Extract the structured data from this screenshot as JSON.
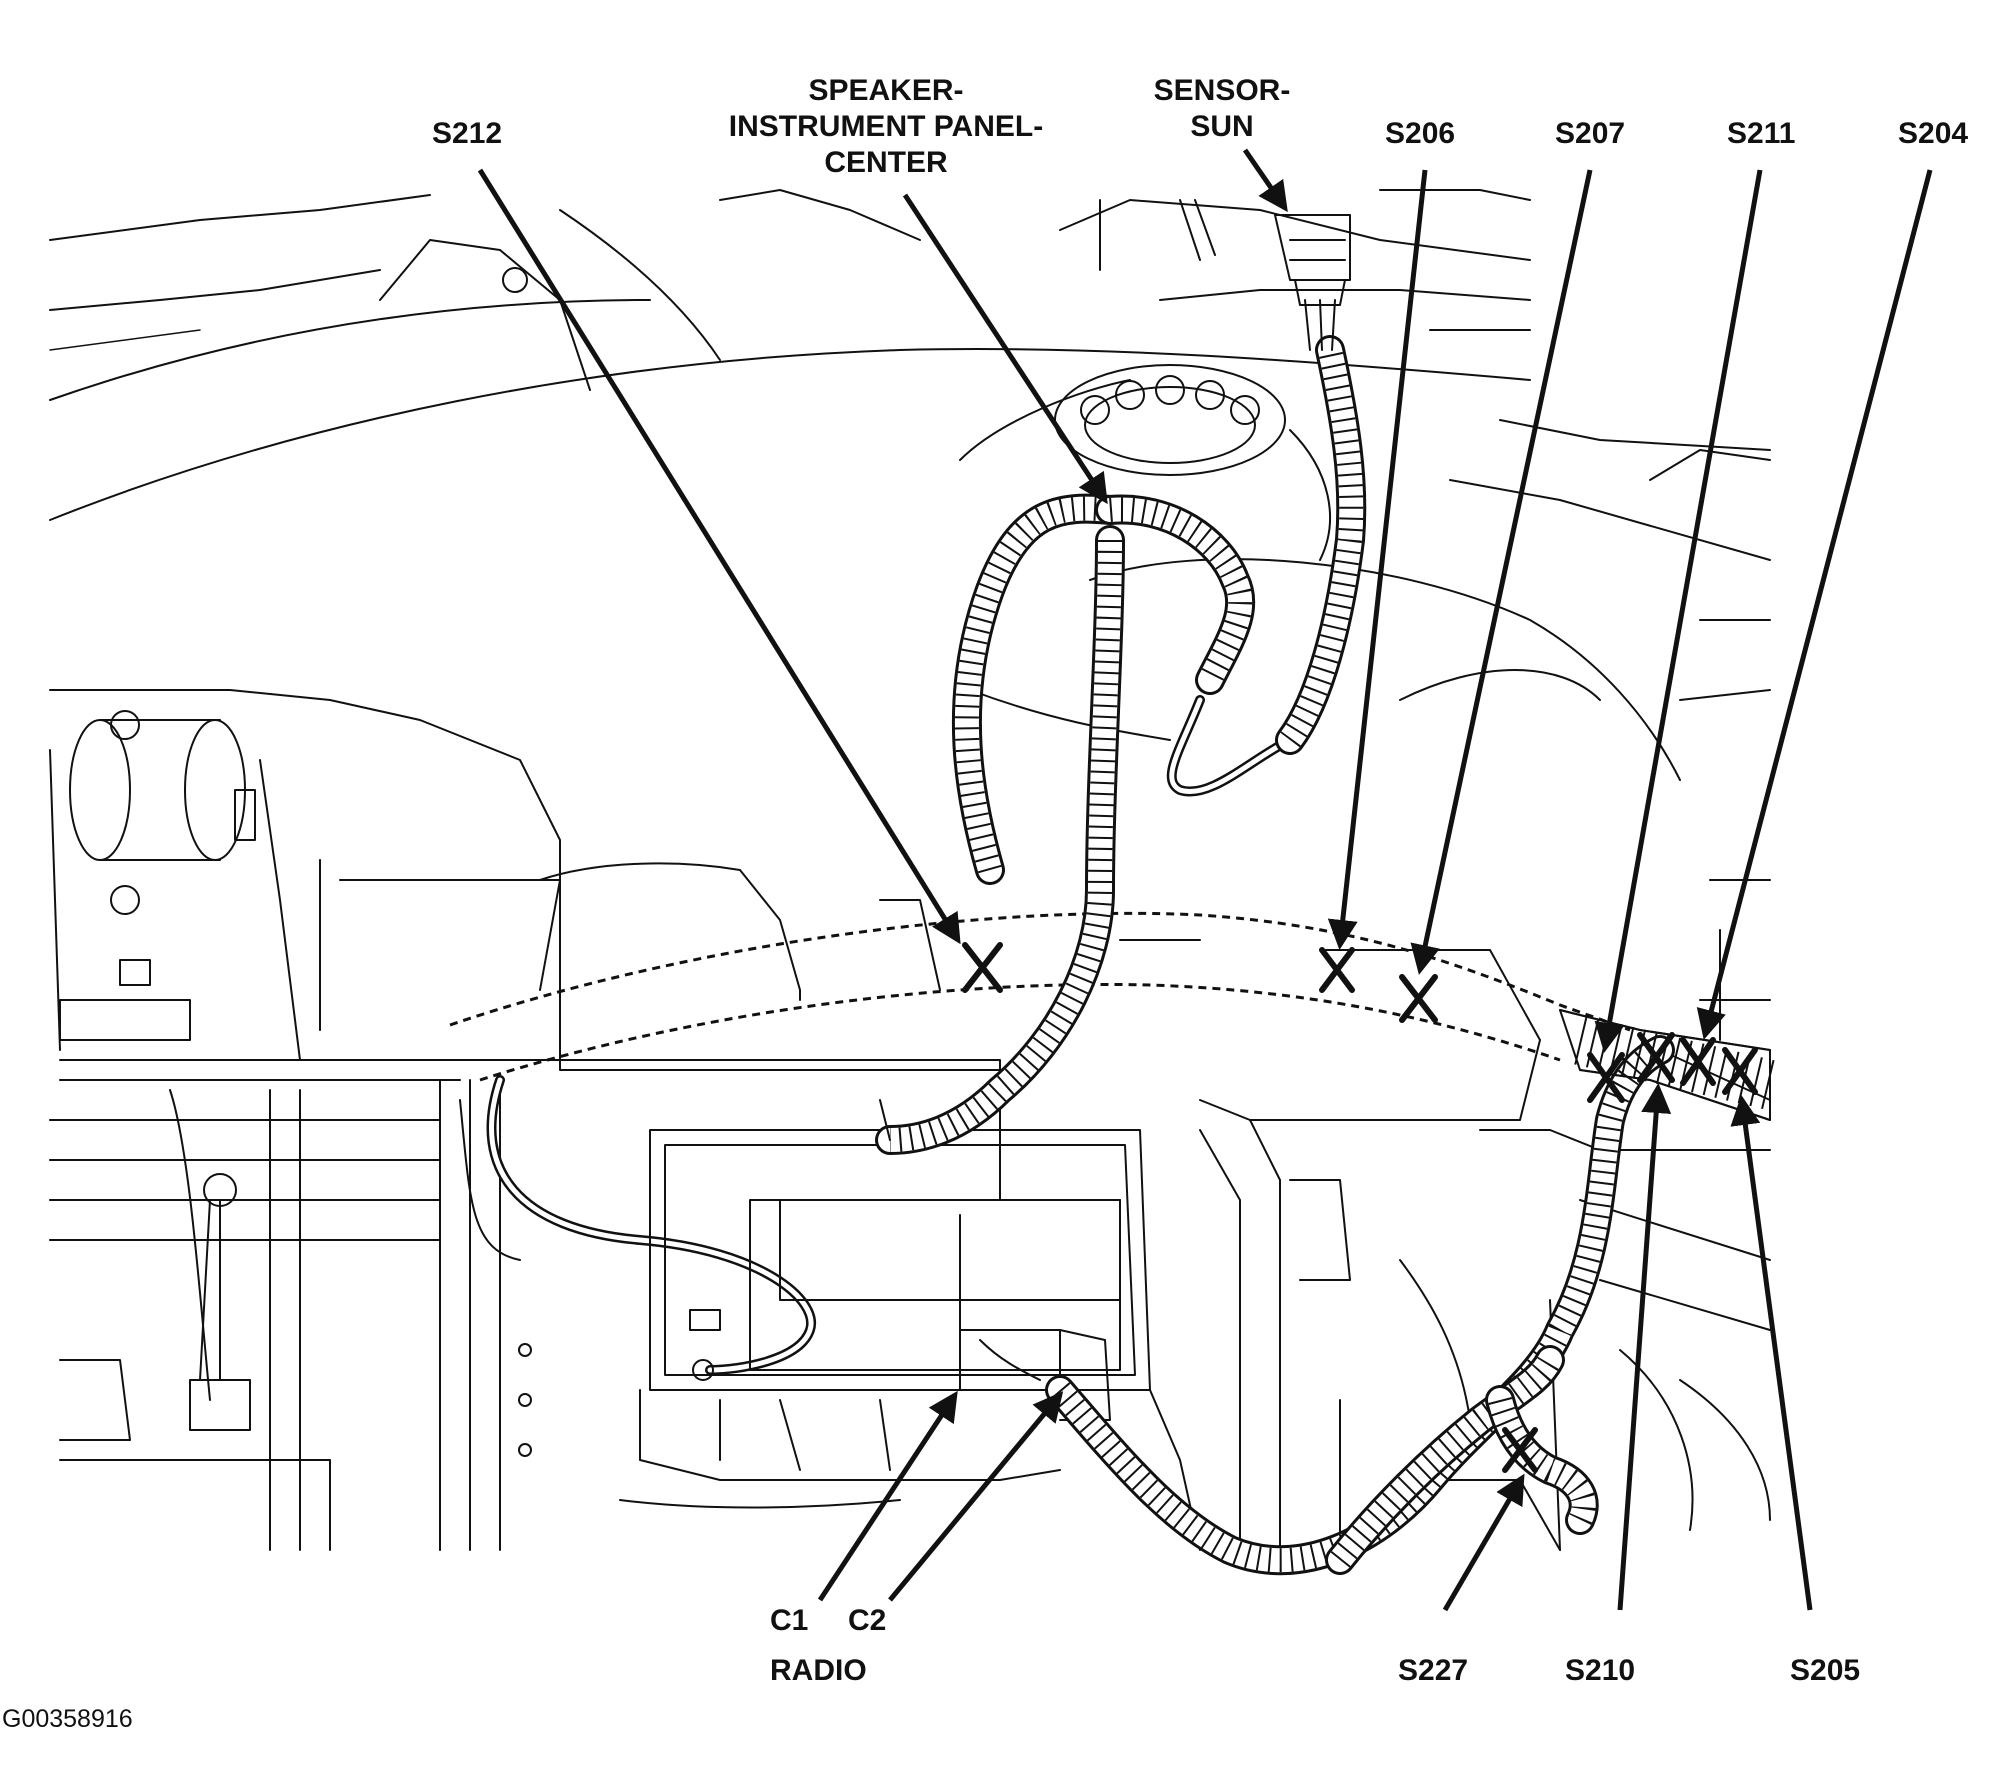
{
  "labels": {
    "s212": "S212",
    "speaker_line1": "SPEAKER-",
    "speaker_line2": "INSTRUMENT PANEL-",
    "speaker_line3": "CENTER",
    "sensor_line1": "SENSOR-",
    "sensor_line2": "SUN",
    "s206": "S206",
    "s207": "S207",
    "s211": "S211",
    "s204": "S204",
    "c1": "C1",
    "c2": "C2",
    "radio": "RADIO",
    "s227": "S227",
    "s210": "S210",
    "s205": "S205"
  },
  "figure_id": "G00358916"
}
